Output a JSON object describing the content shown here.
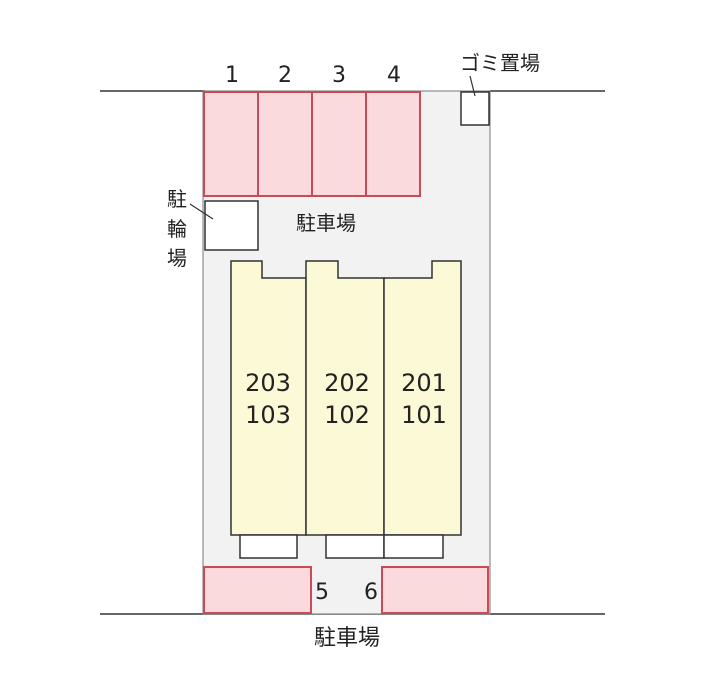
{
  "parking_numbers": [
    "1",
    "2",
    "3",
    "4"
  ],
  "parking_bottom_numbers": [
    "5",
    "6"
  ],
  "labels": {
    "garbage": "ゴミ置場",
    "bicycle_1": "駐",
    "bicycle_2": "輪",
    "bicycle_3": "場",
    "parking_inside": "駐車場",
    "parking_bottom": "駐車場"
  },
  "units": [
    {
      "upper": "203",
      "lower": "103"
    },
    {
      "upper": "202",
      "lower": "102"
    },
    {
      "upper": "201",
      "lower": "101"
    }
  ],
  "colors": {
    "lot": "#f2f2f2",
    "parking_fill": "#fadadd",
    "parking_stroke": "#c94b57",
    "building_fill": "#fcf9d6",
    "line": "#333333"
  }
}
